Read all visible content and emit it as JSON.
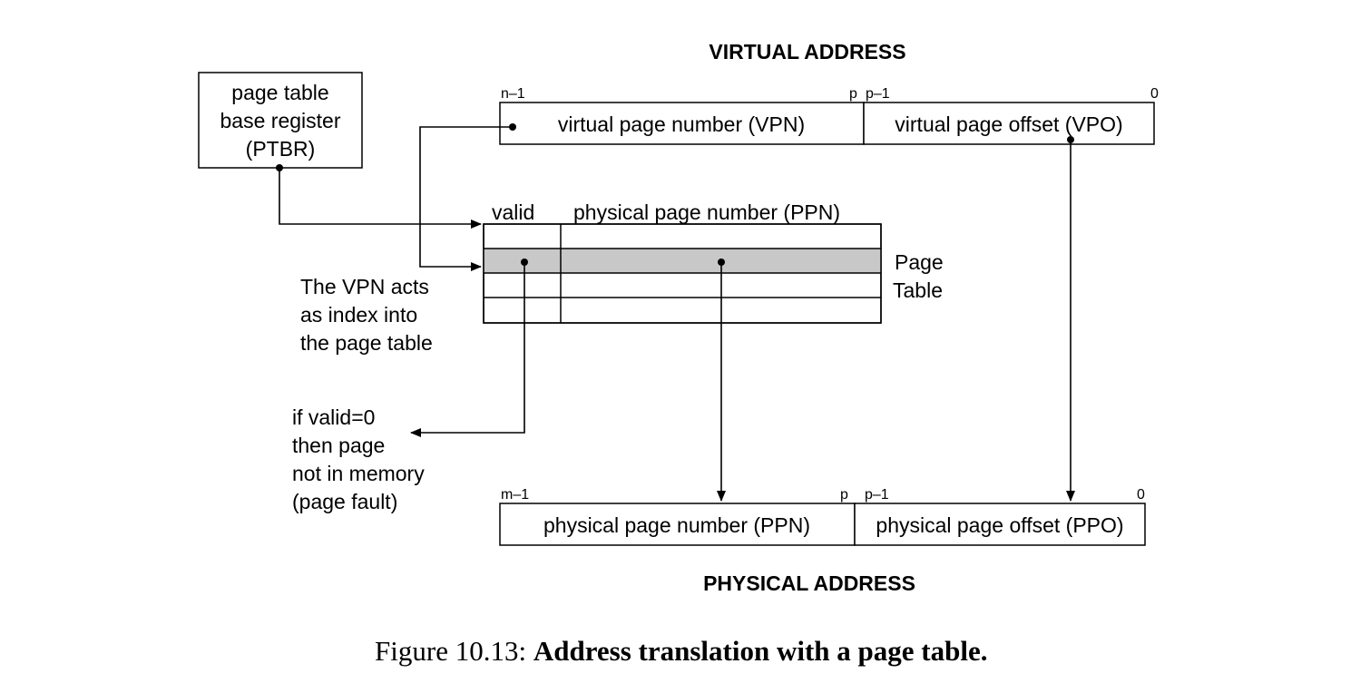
{
  "virtual_address": {
    "heading": "VIRTUAL ADDRESS",
    "bits": {
      "high": "n–1",
      "p": "p",
      "p_minus_1": "p–1",
      "zero": "0"
    },
    "vpn_label": "virtual page number (VPN)",
    "vpo_label": "virtual page offset (VPO)"
  },
  "ptbr": {
    "lines": [
      "page table",
      "base register",
      "(PTBR)"
    ]
  },
  "page_table": {
    "header_valid": "valid",
    "header_ppn": "physical page number (PPN)",
    "side_label": [
      "Page",
      "Table"
    ],
    "highlight_color": "#c8c8c8"
  },
  "annotations": {
    "vpn_index": [
      "The VPN acts",
      "as index into",
      "the page table"
    ],
    "page_fault": [
      "if valid=0",
      "then page",
      "not in memory",
      "(page fault)"
    ]
  },
  "physical_address": {
    "heading": "PHYSICAL ADDRESS",
    "bits": {
      "high": "m–1",
      "p": "p",
      "p_minus_1": "p–1",
      "zero": "0"
    },
    "ppn_label": "physical page number (PPN)",
    "ppo_label": "physical page offset (PPO)"
  },
  "caption": {
    "prefix": "Figure 10.13: ",
    "title": "Address translation with a page table."
  }
}
